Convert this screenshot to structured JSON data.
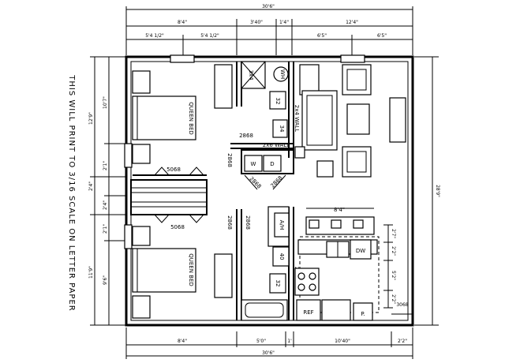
{
  "note": "THIS WILL PRINT TO 3/16 SCALE ON LETTER PAPER",
  "dimensions": {
    "top_overall": "30'6\"",
    "top_left": "8'4\"",
    "top_mid_a": "3'40\"",
    "top_mid_b": "1'4\"",
    "top_right": "12'4\"",
    "top_sub_a": "5'4 1/2\"",
    "top_sub_b": "5'4 1/2\"",
    "top_sub_c": "6'5\"",
    "top_sub_d": "6'5\"",
    "bottom_overall": "30'6\"",
    "bottom_a": "8'4\"",
    "bottom_b": "5'0\"",
    "bottom_c": "1'",
    "bottom_d": "10'40\"",
    "bottom_e": "2'2\"",
    "left_a": "10'7\"",
    "left_b": "12'9\"",
    "left_c": "2'1\"",
    "left_d": "2'4\"",
    "left_e": "2'4\"",
    "left_f": "2'1\"",
    "left_g": "9'6\"",
    "left_h": "11'9\"",
    "right_overall": "28'9\"",
    "right_a": "2'7\"",
    "right_b": "2'2\"",
    "right_c": "5'2\"",
    "right_d": "2'2\"",
    "kitchen_width": "8'4\""
  },
  "labels": {
    "bed_top": "QUEEN BED",
    "bed_bottom": "QUEEN BED",
    "door_5068_top": "5068",
    "door_5068_bottom": "5068",
    "door_2068_top": "2068",
    "door_2868_a": "2868",
    "door_2868_b": "2868",
    "door_2868_c": "2868",
    "door_2868_d": "2868",
    "door_2868_e": "2868",
    "door_2868_f": "2868",
    "door_3068": "3068",
    "wall_2x4_a": "2x4 WALL",
    "wall_2x4_b": "2x4 WALL",
    "wall_2x6": "2x6 WALL",
    "shower": "3x4",
    "wh": "WH",
    "t32_top": "32",
    "t32_bottom": "32",
    "t34": "34",
    "washer": "W",
    "dryer": "D",
    "ah": "A/H",
    "t40": "40",
    "dw": "DW",
    "ref": "REF",
    "pantry": "P."
  }
}
